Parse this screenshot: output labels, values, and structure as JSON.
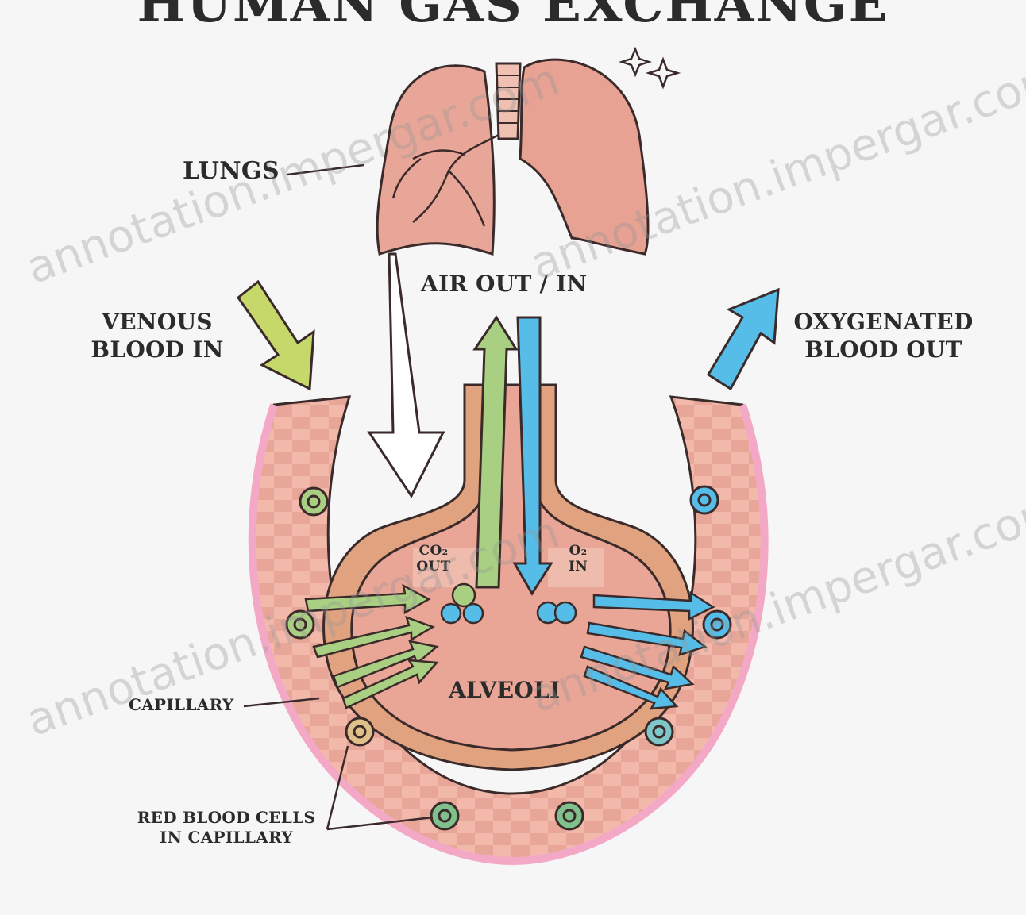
{
  "title": "HUMAN GAS EXCHANGE",
  "labels": {
    "lungs": "LUNGS",
    "air": "AIR OUT / IN",
    "venous": "VENOUS\nBLOOD IN",
    "oxygenated": "OXYGENATED\nBLOOD OUT",
    "co2": "CO₂\nOUT",
    "o2": "O₂\nIN",
    "alveoli": "ALVEOLI",
    "capillary": "CAPILLARY",
    "rbc": "RED BLOOD CELLS\nIN CAPILLARY"
  },
  "watermark": "annotation.impergar.com",
  "colors": {
    "background": "#f6f6f6",
    "tissue": "#e8a698",
    "tissue_light": "#f0c1b3",
    "capillary_wall": "#e0a27f",
    "vessel_pink": "#f3a9c6",
    "co2_arrow": "#a9cf83",
    "o2_arrow": "#55bde8",
    "venous_arrow": "#c7d86b",
    "outline": "#3a2a2a"
  },
  "icons": [
    "sparkle-icon",
    "down-arrow-icon",
    "up-arrow-icon"
  ]
}
